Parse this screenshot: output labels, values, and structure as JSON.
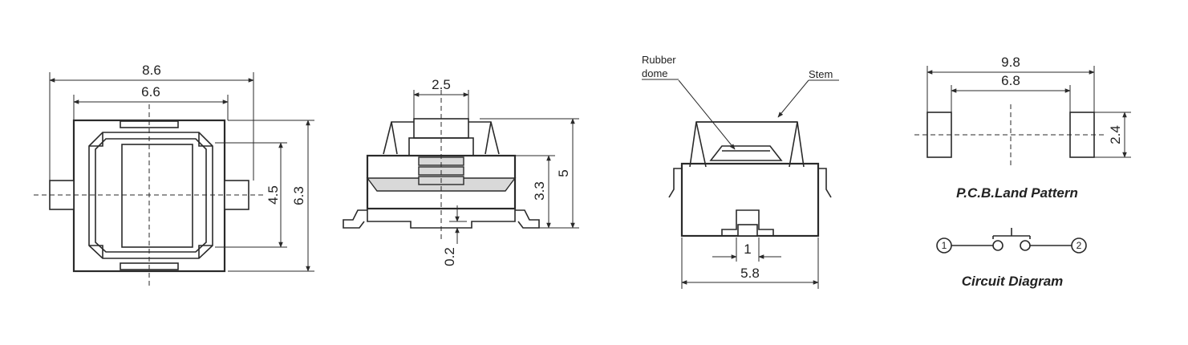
{
  "top_view": {
    "width_outer": "8.6",
    "width_inner": "6.6",
    "height_inner": "4.5",
    "height_outer": "6.3"
  },
  "side_view": {
    "stem_width": "2.5",
    "body_height": "3.3",
    "total_height": "5",
    "standoff": "0.2"
  },
  "section_view": {
    "label_rubber_line1": "Rubber",
    "label_rubber_line2": "dome",
    "label_stem": "Stem",
    "slot_width": "1",
    "body_width": "5.8"
  },
  "land_pattern": {
    "outer_span": "9.8",
    "inner_span": "6.8",
    "pad_height": "2.4",
    "title": "P.C.B.Land Pattern"
  },
  "circuit": {
    "pin1": "1",
    "pin2": "2",
    "title": "Circuit Diagram"
  }
}
